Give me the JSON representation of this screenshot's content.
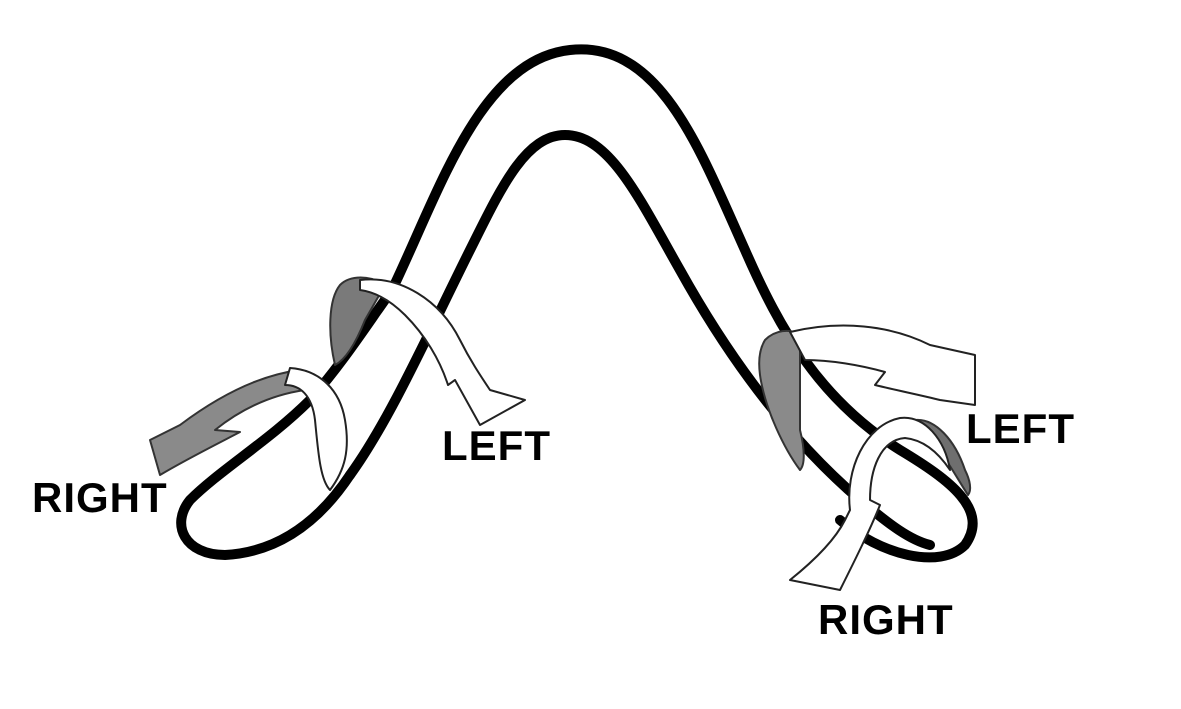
{
  "labels": {
    "left_loop_right": "RIGHT",
    "left_loop_left": "LEFT",
    "right_loop_left": "LEFT",
    "right_loop_right": "RIGHT"
  },
  "colors": {
    "line": "#000000",
    "arrow_light": "#ffffff",
    "arrow_shadow": "#7a7a7a",
    "background": "#ffffff"
  }
}
